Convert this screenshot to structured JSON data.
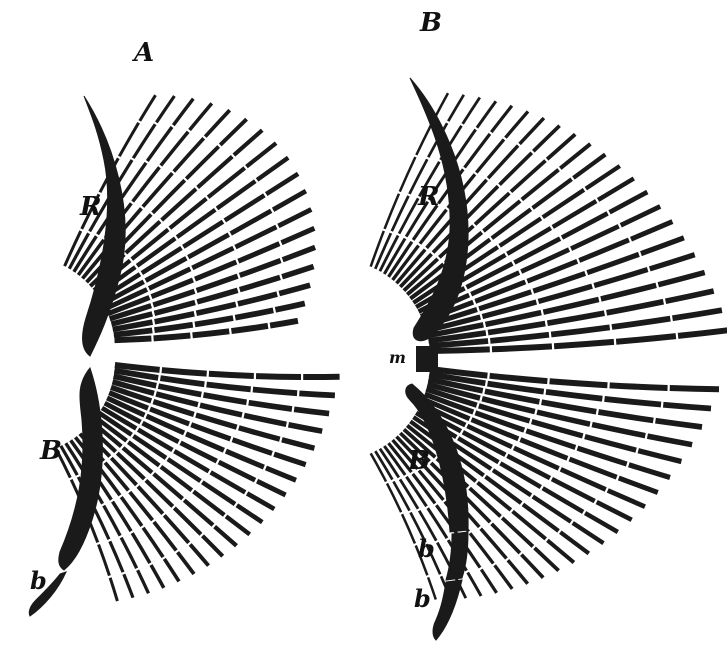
{
  "figure": {
    "panel_a": {
      "panel_label": "A",
      "upper_bone_label": "R",
      "lower_bone_label": "B",
      "segment_label": "b"
    },
    "panel_b": {
      "panel_label": "B",
      "upper_bone_label": "R",
      "middle_label": "m",
      "lower_bone_label": "B",
      "segment_label_1": "b",
      "segment_label_2": "b"
    },
    "ink_color": "#1a1a1a",
    "background_color": "#ffffff"
  }
}
